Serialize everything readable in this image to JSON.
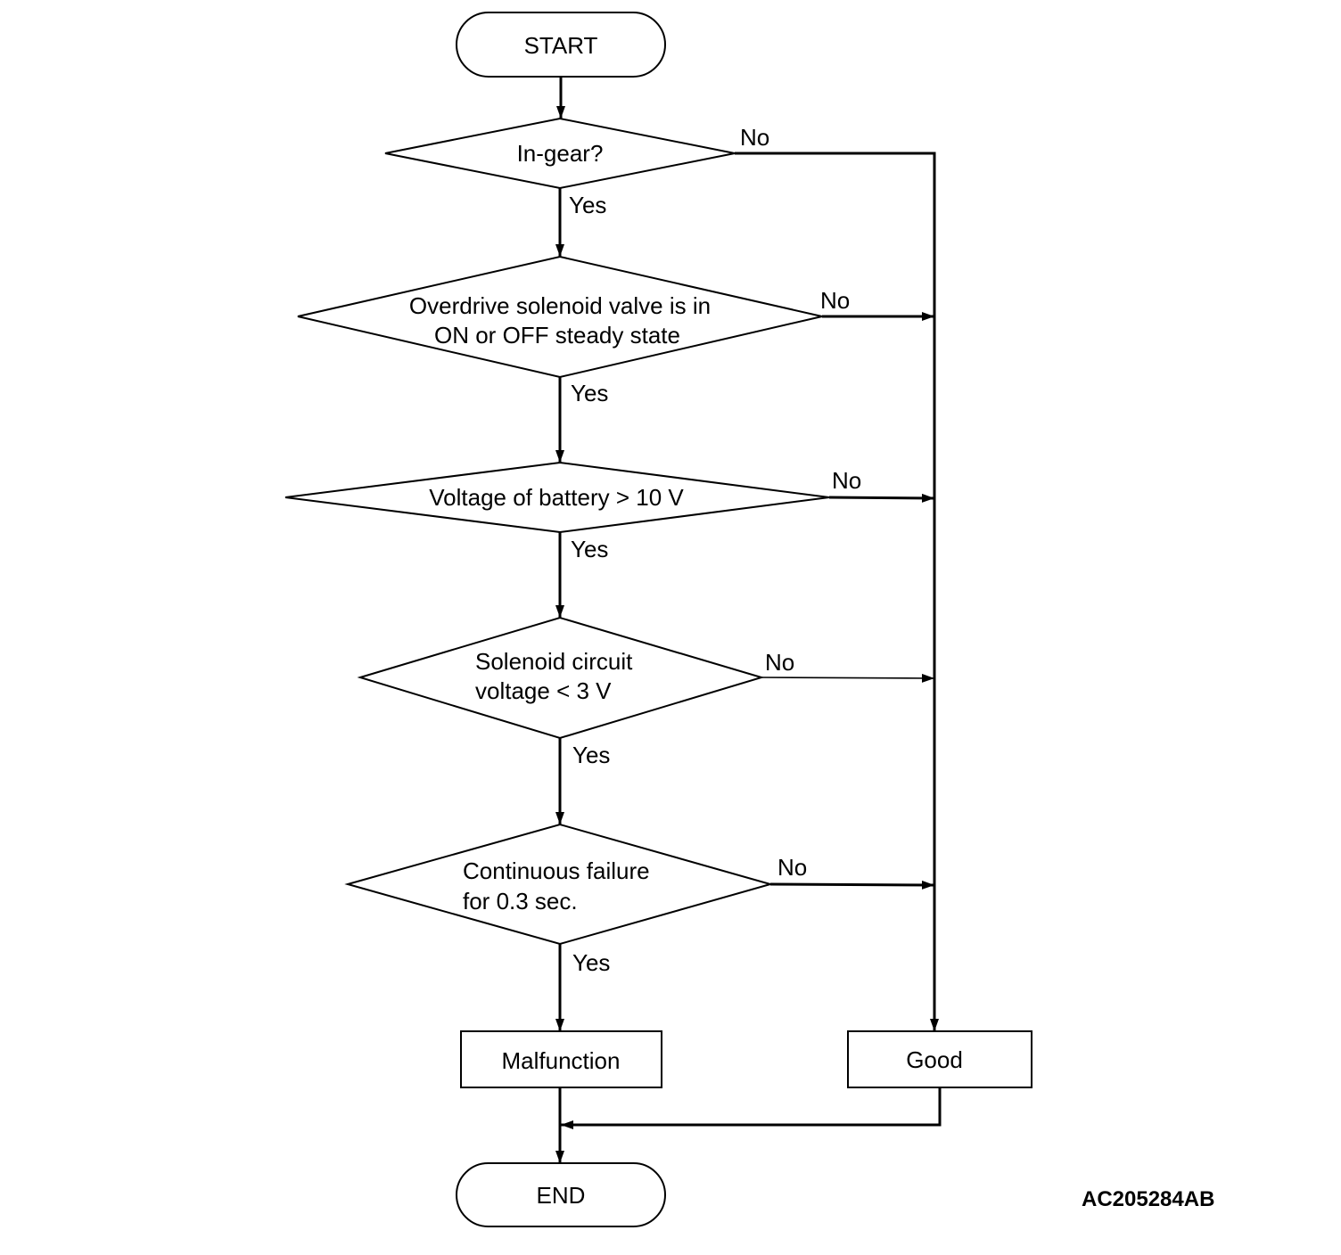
{
  "flowchart": {
    "start": "START",
    "end": "END",
    "decisions": [
      {
        "lines": [
          "In-gear?"
        ],
        "yes": "Yes",
        "no": "No"
      },
      {
        "lines": [
          "Overdrive solenoid valve is in",
          "ON or OFF steady state"
        ],
        "yes": "Yes",
        "no": "No"
      },
      {
        "lines": [
          "Voltage of battery > 10 V"
        ],
        "yes": "Yes",
        "no": "No"
      },
      {
        "lines": [
          "Solenoid circuit",
          "voltage < 3 V"
        ],
        "yes": "Yes",
        "no": "No"
      },
      {
        "lines": [
          "Continuous failure",
          "for 0.3 sec."
        ],
        "yes": "Yes",
        "no": "No"
      }
    ],
    "outcomes": {
      "malfunction": "Malfunction",
      "good": "Good"
    }
  },
  "figure_id": "AC205284AB"
}
